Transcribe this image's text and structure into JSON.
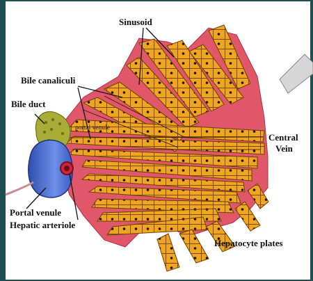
{
  "labels": {
    "sinusoid": "Sinusoid",
    "bile_canaliculi": "Bile canaliculi",
    "bile_duct": "Bile duct",
    "portal_venule_inner": "portal venule",
    "central_vein_line1": "Central",
    "central_vein_line2": "Vein",
    "portal_venule": "Portal venule",
    "hepatic_arteriole": "Hepatic arteriole",
    "hepatocyte_plates": "Hepatocyte plates"
  },
  "colors": {
    "slide_background": "#1f4f52",
    "hepatocyte": "#f0a51e",
    "sinusoid": "#e0576a",
    "bile_duct": "#a8ad38",
    "portal_venule_vessel": "#3f63c9",
    "hepatic_arteriole_vessel": "#c8283a"
  }
}
